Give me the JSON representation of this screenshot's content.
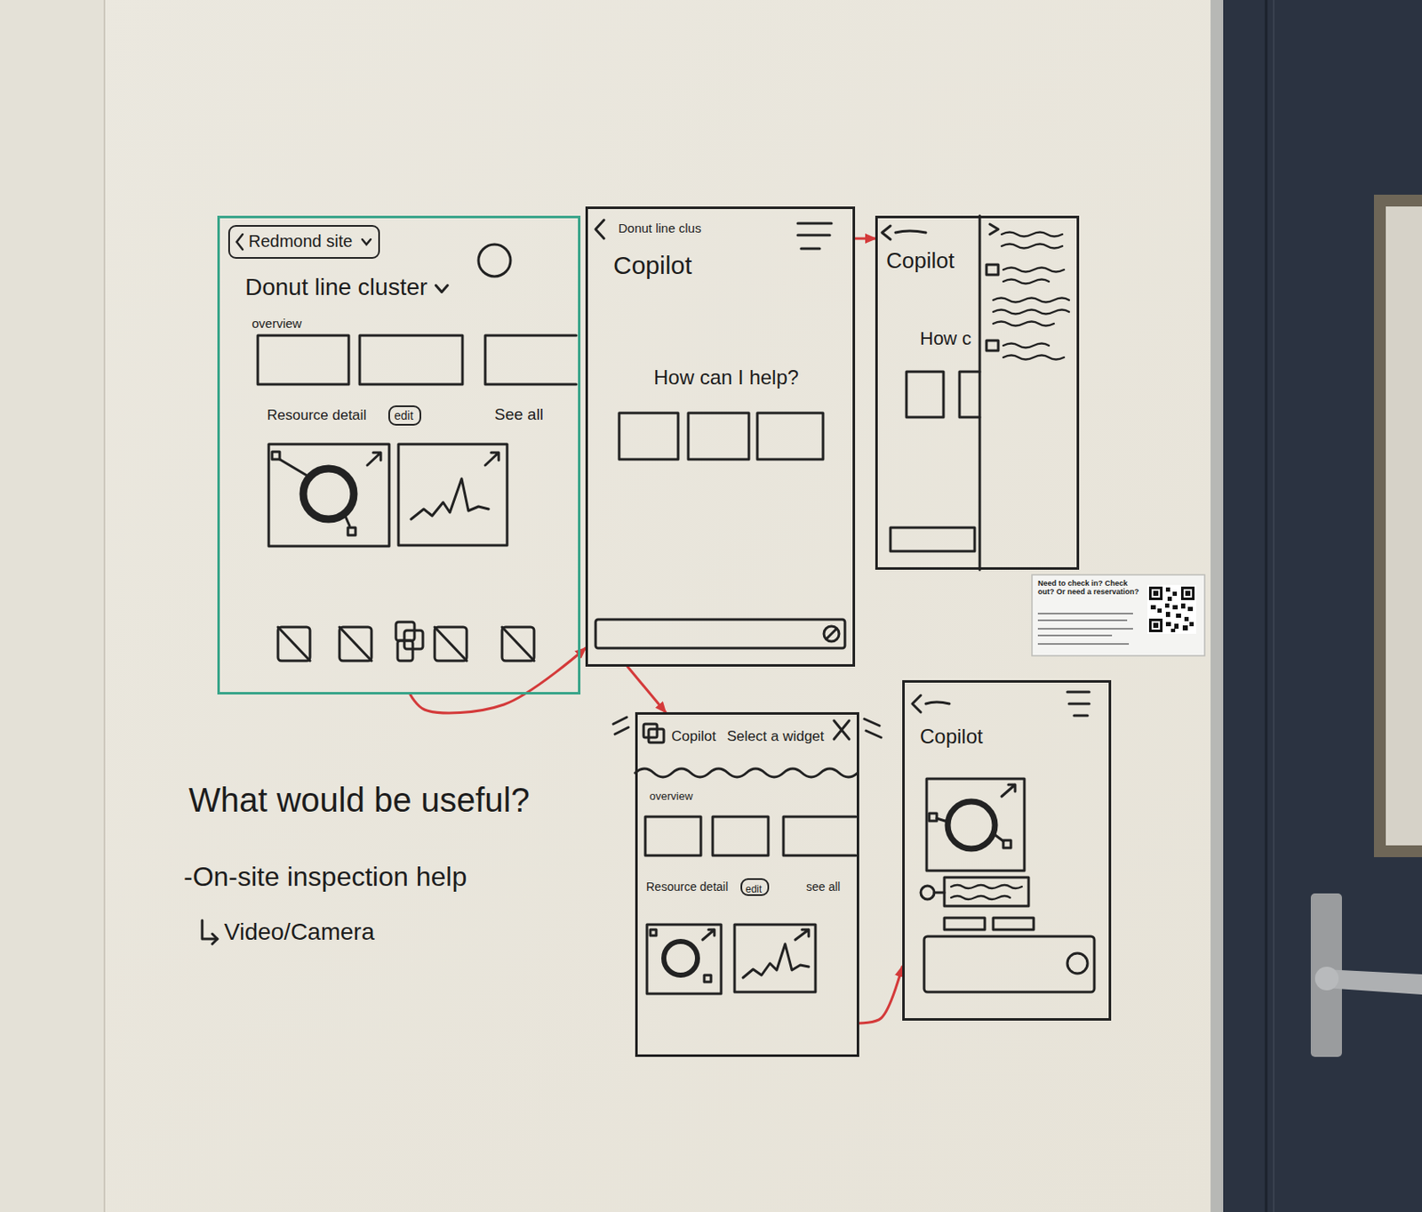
{
  "diagram": {
    "nodes": [
      {
        "text": [
          "Donut line cluster",
          "overview",
          "Resource detail",
          "See all"
        ]
      },
      {
        "text": [
          "Redmond site"
        ],
        "in": 0
      },
      {
        "text": [
          "edit"
        ],
        "in": 0
      },
      {
        "text": [
          "Donut line clus",
          "Copilot",
          "How can I help?"
        ]
      },
      {
        "text": [
          "Copilot",
          "How c"
        ]
      },
      {
        "text": [
          "Copilot",
          "Select a widget",
          "overview",
          "Resource detail",
          "see all"
        ]
      },
      {
        "text": [
          "edit"
        ],
        "in": 5
      },
      {
        "text": [
          "Copilot"
        ]
      }
    ],
    "edges": [
      {
        "from": 0,
        "to": 3,
        "arrow": "to"
      },
      {
        "from": 3,
        "to": 4,
        "arrow": "to"
      },
      {
        "from": 3,
        "to": 5,
        "arrow": "to"
      },
      {
        "from": 5,
        "to": 7,
        "arrow": "to"
      }
    ],
    "labels": [
      "What would be useful?",
      "-On-site inspection help",
      "Video/Camera",
      "Need to check in? Check out? Or need a reservation?"
    ]
  }
}
